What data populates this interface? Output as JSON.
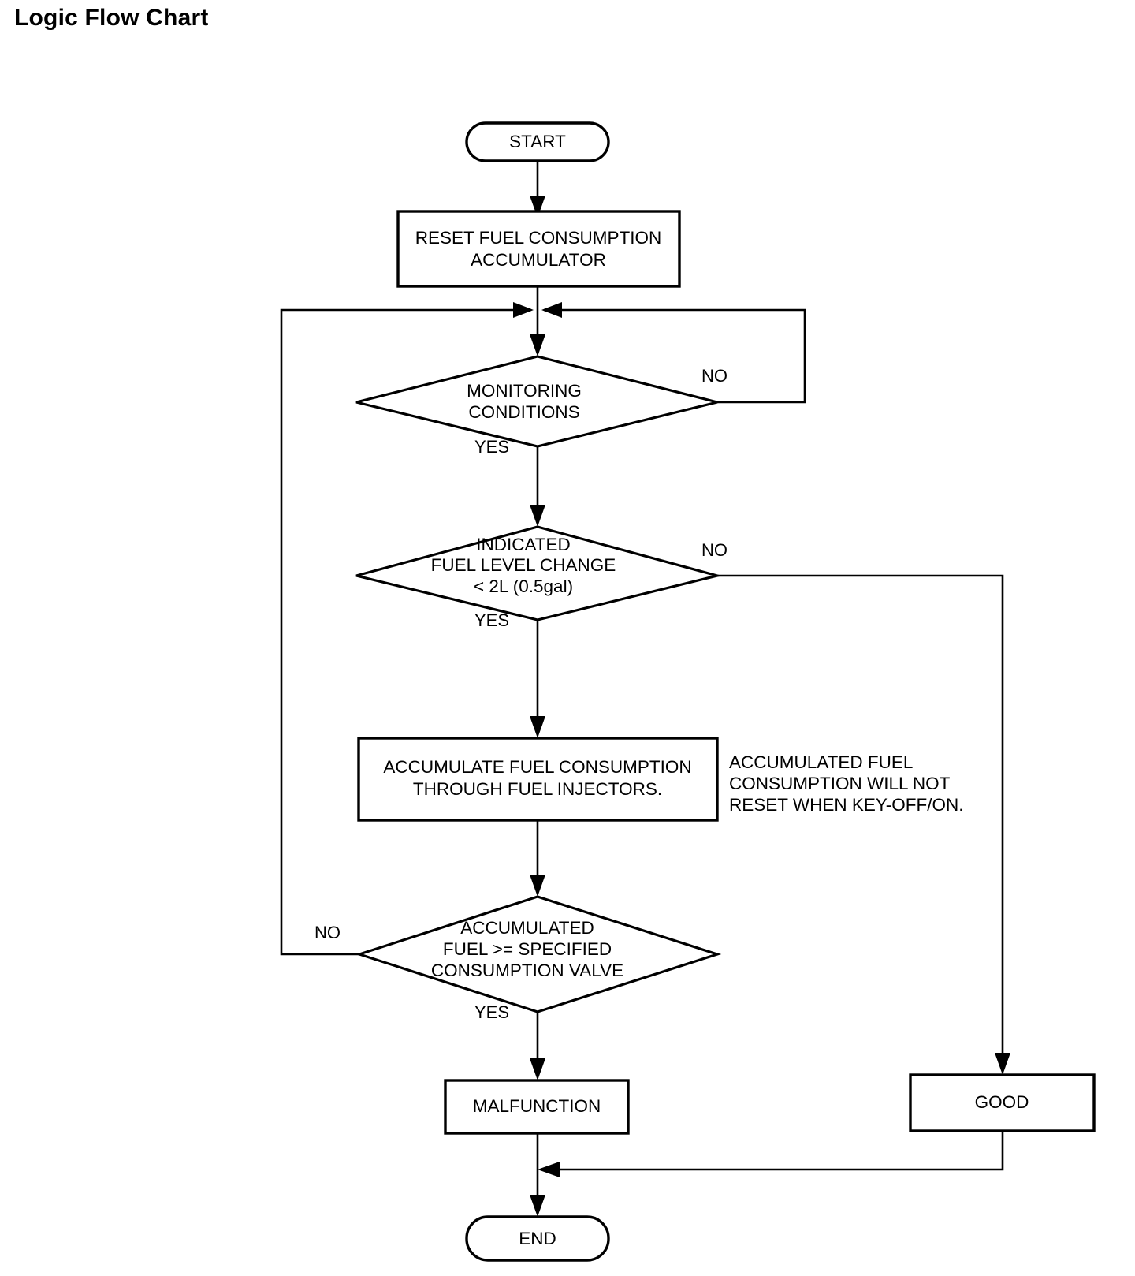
{
  "page": {
    "title": "Logic Flow Chart"
  },
  "chart_data": {
    "type": "diagram",
    "title": "Logic Flow Chart",
    "nodes": [
      {
        "id": "start",
        "shape": "terminator",
        "label": "START"
      },
      {
        "id": "reset",
        "shape": "process",
        "label_lines": [
          "RESET FUEL CONSUMPTION",
          "ACCUMULATOR"
        ]
      },
      {
        "id": "monitoring",
        "shape": "decision",
        "label_lines": [
          "MONITORING",
          "CONDITIONS"
        ]
      },
      {
        "id": "fuel_level",
        "shape": "decision",
        "label_lines": [
          "INDICATED",
          "FUEL LEVEL CHANGE",
          "< 2L (0.5gal)"
        ]
      },
      {
        "id": "accumulate",
        "shape": "process",
        "label_lines": [
          "ACCUMULATE FUEL CONSUMPTION",
          "THROUGH FUEL INJECTORS."
        ]
      },
      {
        "id": "accumulated_check",
        "shape": "decision",
        "label_lines": [
          "ACCUMULATED",
          "FUEL >= SPECIFIED",
          "CONSUMPTION VALVE"
        ]
      },
      {
        "id": "malfunction",
        "shape": "process",
        "label": "MALFUNCTION"
      },
      {
        "id": "good",
        "shape": "process",
        "label": "GOOD"
      },
      {
        "id": "end",
        "shape": "terminator",
        "label": "END"
      }
    ],
    "annotations": [
      {
        "id": "note_accumulated",
        "target": "accumulate",
        "lines": [
          "ACCUMULATED FUEL",
          "CONSUMPTION WILL NOT",
          "RESET WHEN KEY-OFF/ON."
        ]
      }
    ],
    "edges": [
      {
        "from": "start",
        "to": "reset",
        "label": ""
      },
      {
        "from": "reset",
        "to": "monitoring",
        "label": ""
      },
      {
        "from": "monitoring",
        "to": "fuel_level",
        "label": "YES"
      },
      {
        "from": "monitoring",
        "to": "monitoring",
        "label": "NO",
        "route": "loop-right-back-to-junction"
      },
      {
        "from": "fuel_level",
        "to": "accumulate",
        "label": "YES"
      },
      {
        "from": "fuel_level",
        "to": "good",
        "label": "NO",
        "route": "right-down"
      },
      {
        "from": "accumulate",
        "to": "accumulated_check",
        "label": ""
      },
      {
        "from": "accumulated_check",
        "to": "malfunction",
        "label": "YES"
      },
      {
        "from": "accumulated_check",
        "to": "monitoring",
        "label": "NO",
        "route": "left-up-to-junction"
      },
      {
        "from": "malfunction",
        "to": "end",
        "label": ""
      },
      {
        "from": "good",
        "to": "end",
        "label": "",
        "route": "down-left-merge"
      }
    ],
    "labels": {
      "yes": "YES",
      "no": "NO"
    },
    "colors": {
      "stroke": "#000000",
      "fill": "#ffffff",
      "text": "#000000",
      "background": "#ffffff"
    }
  },
  "nodes": {
    "start": {
      "label": "START"
    },
    "reset": {
      "line1": "RESET FUEL CONSUMPTION",
      "line2": "ACCUMULATOR"
    },
    "monitoring": {
      "line1": "MONITORING",
      "line2": "CONDITIONS"
    },
    "fuel_level": {
      "line1": "INDICATED",
      "line2": "FUEL LEVEL CHANGE",
      "line3": "< 2L (0.5gal)"
    },
    "accumulate": {
      "line1": "ACCUMULATE FUEL CONSUMPTION",
      "line2": "THROUGH FUEL INJECTORS."
    },
    "accumulated_check": {
      "line1": "ACCUMULATED",
      "line2": "FUEL >= SPECIFIED",
      "line3": "CONSUMPTION VALVE"
    },
    "malfunction": {
      "label": "MALFUNCTION"
    },
    "good": {
      "label": "GOOD"
    },
    "end": {
      "label": "END"
    }
  },
  "note": {
    "line1": "ACCUMULATED FUEL",
    "line2": "CONSUMPTION WILL NOT",
    "line3": "RESET WHEN KEY-OFF/ON."
  },
  "branches": {
    "monitoring_no": "NO",
    "monitoring_yes": "YES",
    "fuel_level_no": "NO",
    "fuel_level_yes": "YES",
    "accumulated_no": "NO",
    "accumulated_yes": "YES"
  }
}
